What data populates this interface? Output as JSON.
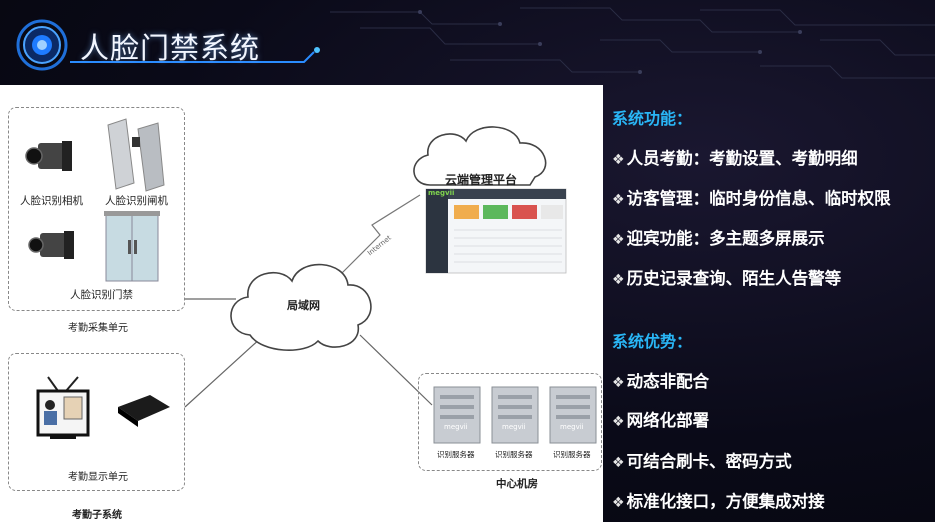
{
  "title": "人脸门禁系统",
  "diagram": {
    "labels": {
      "camera": "人脸识别相机",
      "gate": "人脸识别闸机",
      "door": "人脸识别门禁",
      "collect_unit": "考勤采集单元",
      "display_unit": "考勤显示单元",
      "subsystem": "考勤子系统",
      "lan": "局域网",
      "cloud": "云端管理平台",
      "internet": "Internet",
      "datacenter": "中心机房",
      "server": "识别服务器",
      "brand": "megvii"
    }
  },
  "system_functions": {
    "heading": "系统功能：",
    "items": [
      {
        "text": "人员考勤：考勤设置、考勤明细"
      },
      {
        "text": "访客管理：临时身份信息、临时权限"
      },
      {
        "text": "迎宾功能：多主题多屏展示"
      },
      {
        "text": "历史记录查询、陌生人告警等"
      }
    ]
  },
  "system_advantages": {
    "heading": "系统优势：",
    "items": [
      {
        "text": "动态非配合"
      },
      {
        "text": "网络化部署"
      },
      {
        "text": "可结合刷卡、密码方式"
      },
      {
        "text": "标准化接口，方便集成对接"
      }
    ]
  },
  "bullet_glyph": "❖",
  "colors": {
    "heading": "#29b6f6",
    "accent_blue": "#2a8cff",
    "text": "#ffffff"
  }
}
